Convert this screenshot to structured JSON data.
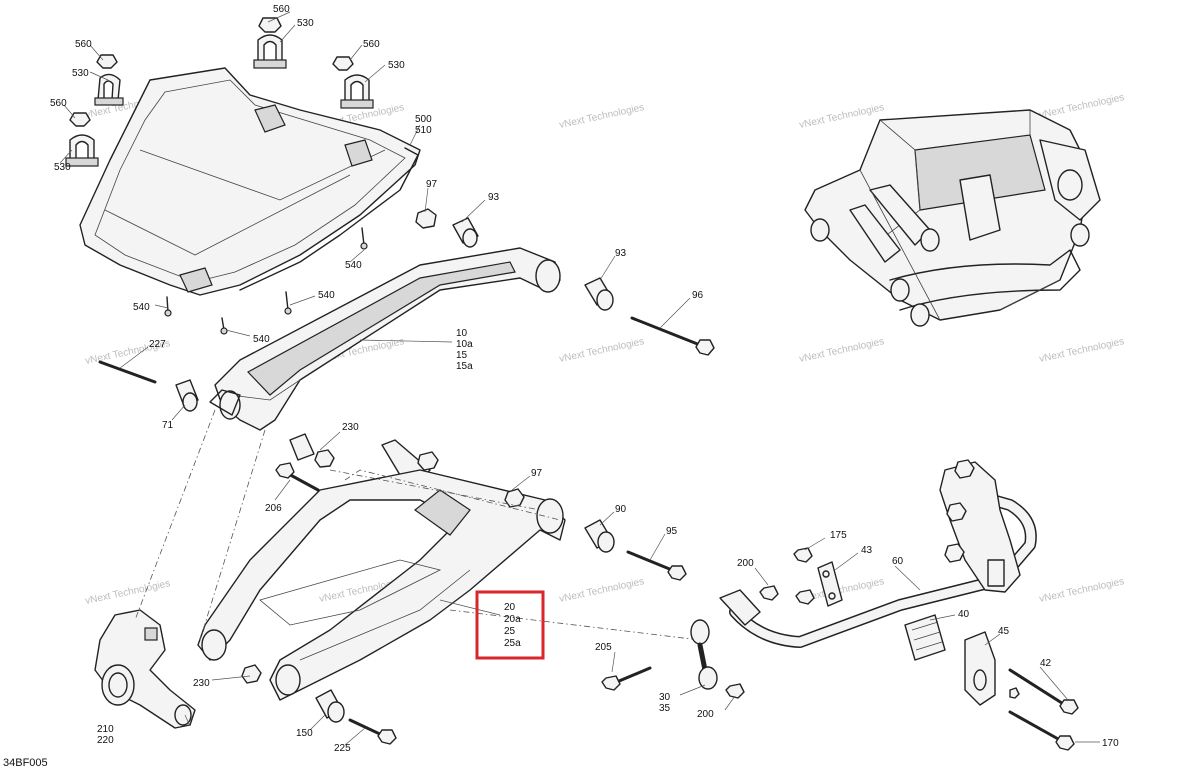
{
  "diagram_id": "34BF005",
  "highlight_color": "#d9262b",
  "watermark": "vNext Technologies",
  "labels": {
    "l560a": "560",
    "l530a": "530",
    "l560b": "560",
    "l530b": "530",
    "l560c": "560",
    "l530c": "530",
    "l560d": "560",
    "l530d": "530",
    "l500": "500",
    "l510": "510",
    "l97a": "97",
    "l93a": "93",
    "l93b": "93",
    "l96": "96",
    "l540a": "540",
    "l540b": "540",
    "l540c": "540",
    "l540d": "540",
    "l10": "10",
    "l10a": "10a",
    "l15": "15",
    "l15a": "15a",
    "l227": "227",
    "l71": "71",
    "l230a": "230",
    "l206": "206",
    "l97b": "97",
    "l90": "90",
    "l95": "95",
    "l20": "20",
    "l20a": "20a",
    "l25": "25",
    "l25a": "25a",
    "l175": "175",
    "l43": "43",
    "l60": "60",
    "l200a": "200",
    "l40": "40",
    "l45": "45",
    "l42": "42",
    "l170": "170",
    "l205": "205",
    "l30": "30",
    "l35": "35",
    "l200b": "200",
    "l230b": "230",
    "l210": "210",
    "l220": "220",
    "l150": "150",
    "l225": "225"
  }
}
